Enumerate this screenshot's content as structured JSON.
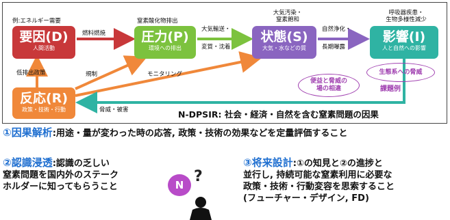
{
  "diagram": {
    "boxes": {
      "driver": {
        "title": "要因(D)",
        "sub": "人間活動",
        "above": "例:エネルギー需要",
        "color": "#c8383a"
      },
      "pressure": {
        "title": "圧力(P)",
        "sub": "環境への排出",
        "above": "窒素酸化物排出",
        "color": "#7cc23e"
      },
      "state": {
        "title": "状態(S)",
        "sub": "大気・水などの質",
        "above_line1": "大気汚染・",
        "above_line2": "窒素飽和",
        "color": "#8a65c0"
      },
      "impact": {
        "title": "影響(I)",
        "sub": "人と自然への影響",
        "above_line1": "呼吸器疾患・",
        "above_line2": "生物多様性減少",
        "color": "#2fb3a3"
      },
      "response": {
        "title": "反応(R)",
        "sub": "政策・技術・行動",
        "color": "#f0883a"
      }
    },
    "arrow_labels": {
      "dp": "燃料燃焼",
      "ps_1": "大気輸送・",
      "ps_2": "変質・沈着",
      "si_1": "自然浄化・",
      "si_2": "長期曝露",
      "rd": "低排出政策",
      "rp": "規制",
      "rs": "モニタリング",
      "ir": "脅威・被害"
    },
    "ellipses": {
      "threat": "生態系への脅威",
      "conflict_1": "便益と脅威の",
      "conflict_2": "場の相違"
    },
    "example_label": "課題例",
    "caption": "N-DPSIR: 社会・経済・自然を含む窒素問題の因果"
  },
  "text": {
    "item1_head": "①因果解析",
    "item1_body": ":用途・量が変わった時の応答, 政策・技術の効果などを定量評価すること",
    "item2_head": "②認識浸透",
    "item2_body": ":認識の乏しい",
    "item2_line2": "窒素問題を国内外のステーク",
    "item2_line3": "ホルダーに知ってもらうこと",
    "item3_head": "③将来設計",
    "item3_body": ":①の知見と②の進捗と",
    "item3_line2": "並行し, 持続可能な窒素利用に必要な",
    "item3_line3": "政策・技術・行動変容を思索すること",
    "item3_line4": "(フューチャー・デザイン, FD)"
  },
  "figure": {
    "badge": "N",
    "question": "?"
  }
}
